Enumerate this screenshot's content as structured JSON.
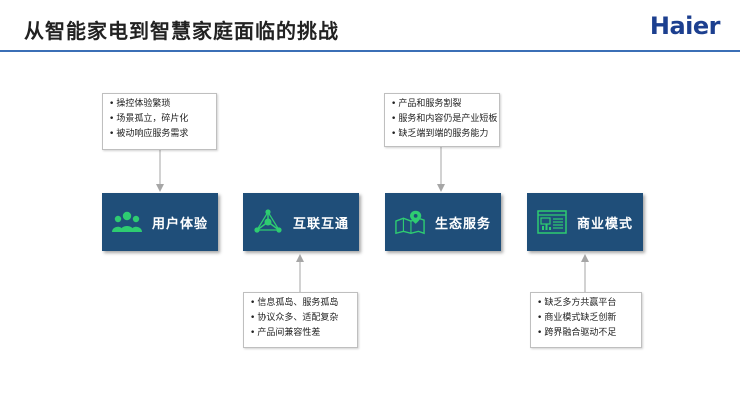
{
  "slide": {
    "title": "从智能家电到智慧家庭面临的挑战",
    "logo_text": "Haier"
  },
  "boxes": [
    {
      "label": "用户体验",
      "icon": "users-icon"
    },
    {
      "label": "互联互通",
      "icon": "network-icon"
    },
    {
      "label": "生态服务",
      "icon": "map-pin-icon"
    },
    {
      "label": "商业模式",
      "icon": "dashboard-icon"
    }
  ],
  "notes": {
    "user_experience": [
      "操控体验繁琐",
      "场景孤立，碎片化",
      "被动响应服务需求"
    ],
    "interconnect": [
      "信息孤岛、服务孤岛",
      "协议众多、适配复杂",
      "产品间兼容性差"
    ],
    "ecosystem": [
      "产品和服务割裂",
      "服务和内容仍是产业短板",
      "缺乏端到端的服务能力"
    ],
    "business_model": [
      "缺乏多方共赢平台",
      "商业模式缺乏创新",
      "跨界融合驱动不足"
    ]
  },
  "colors": {
    "box": "#1f4e79",
    "icon_green": "#2ecc71",
    "title_rule": "#3b6fb6",
    "logo": "#1c3f8f"
  }
}
